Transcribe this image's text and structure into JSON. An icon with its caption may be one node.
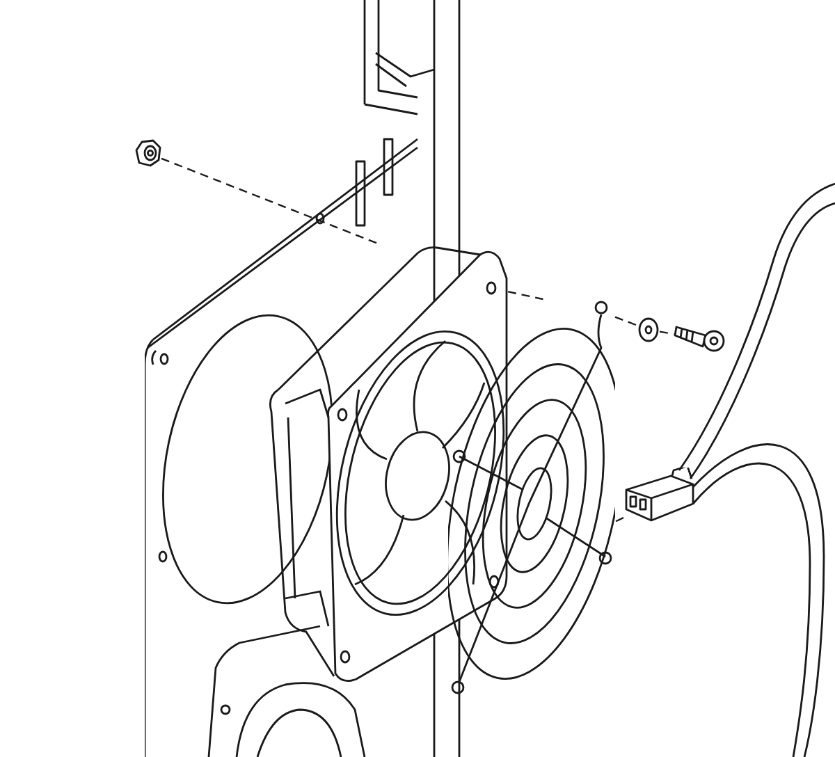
{
  "diagram": {
    "nodes": [
      {
        "text": [],
        "shape": "picture"
      },
      {
        "text": [],
        "shape": "picture"
      },
      {
        "text": [],
        "shape": "picture"
      },
      {
        "text": [],
        "shape": "picture"
      },
      {
        "text": [],
        "shape": "picture"
      },
      {
        "text": [],
        "shape": "picture"
      }
    ],
    "edges": [
      {
        "from": 0,
        "to": 1,
        "arrow": "none",
        "style": "dashed"
      },
      {
        "from": 1,
        "to": 2,
        "arrow": "none",
        "style": "dashed"
      },
      {
        "from": 2,
        "to": 3,
        "arrow": "none",
        "style": "dashed"
      },
      {
        "from": 3,
        "to": 4,
        "arrow": "none",
        "style": "dashed"
      },
      {
        "from": 5,
        "to": 2,
        "arrow": "none",
        "style": "dashed"
      }
    ]
  }
}
